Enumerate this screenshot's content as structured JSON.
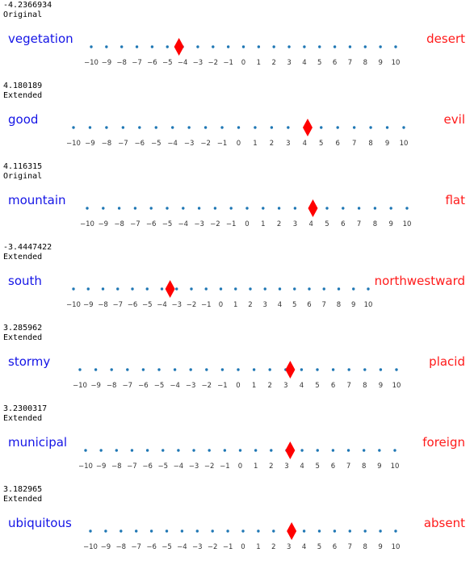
{
  "axis": {
    "min": -10,
    "max": 10,
    "tick_labels": [
      "−10",
      "−9",
      "−8",
      "−7",
      "−6",
      "−5",
      "−4",
      "−3",
      "−2",
      "−1",
      "0",
      "1",
      "2",
      "3",
      "4",
      "5",
      "6",
      "7",
      "8",
      "9",
      "10"
    ]
  },
  "colors": {
    "left_word": "#1414e6",
    "right_word": "#ff1a1a",
    "marker": "#ff0000",
    "dot": "#1f77b4"
  },
  "panels": [
    {
      "score": "-4.2366934",
      "status": "Original",
      "left_word": "vegetation",
      "right_word": "desert",
      "value": -4.2366934
    },
    {
      "score": "4.180189",
      "status": "Extended",
      "left_word": "good",
      "right_word": "evil",
      "value": 4.180189
    },
    {
      "score": "4.116315",
      "status": "Original",
      "left_word": "mountain",
      "right_word": "flat",
      "value": 4.116315
    },
    {
      "score": "-3.4447422",
      "status": "Extended",
      "left_word": "south",
      "right_word": "northwestward",
      "value": -3.4447422
    },
    {
      "score": "3.285962",
      "status": "Extended",
      "left_word": "stormy",
      "right_word": "placid",
      "value": 3.285962
    },
    {
      "score": "3.2300317",
      "status": "Extended",
      "left_word": "municipal",
      "right_word": "foreign",
      "value": 3.2300317
    },
    {
      "score": "3.182965",
      "status": "Extended",
      "left_word": "ubiquitous",
      "right_word": "absent",
      "value": 3.182965
    }
  ]
}
